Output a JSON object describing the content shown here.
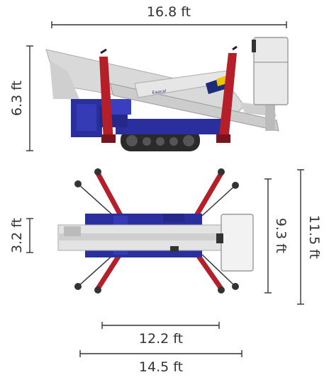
{
  "dimensions": {
    "side_length": "16.8 ft",
    "side_height": "6.3 ft",
    "top_width": "3.2 ft",
    "top_inner_length": "9.3 ft",
    "top_outer_length": "11.5 ft",
    "outrigger_span": "12.2 ft",
    "outrigger_total": "14.5 ft"
  },
  "colors": {
    "boom": "#d9d9d9",
    "boom_dark": "#a9a9a9",
    "chassis": "#2b2f9e",
    "outrigger": "#b51f2a",
    "track": "#2a2a2a",
    "basket": "#e9e9e9",
    "dimension_line": "#333333"
  },
  "brand_text": "Eaacal"
}
